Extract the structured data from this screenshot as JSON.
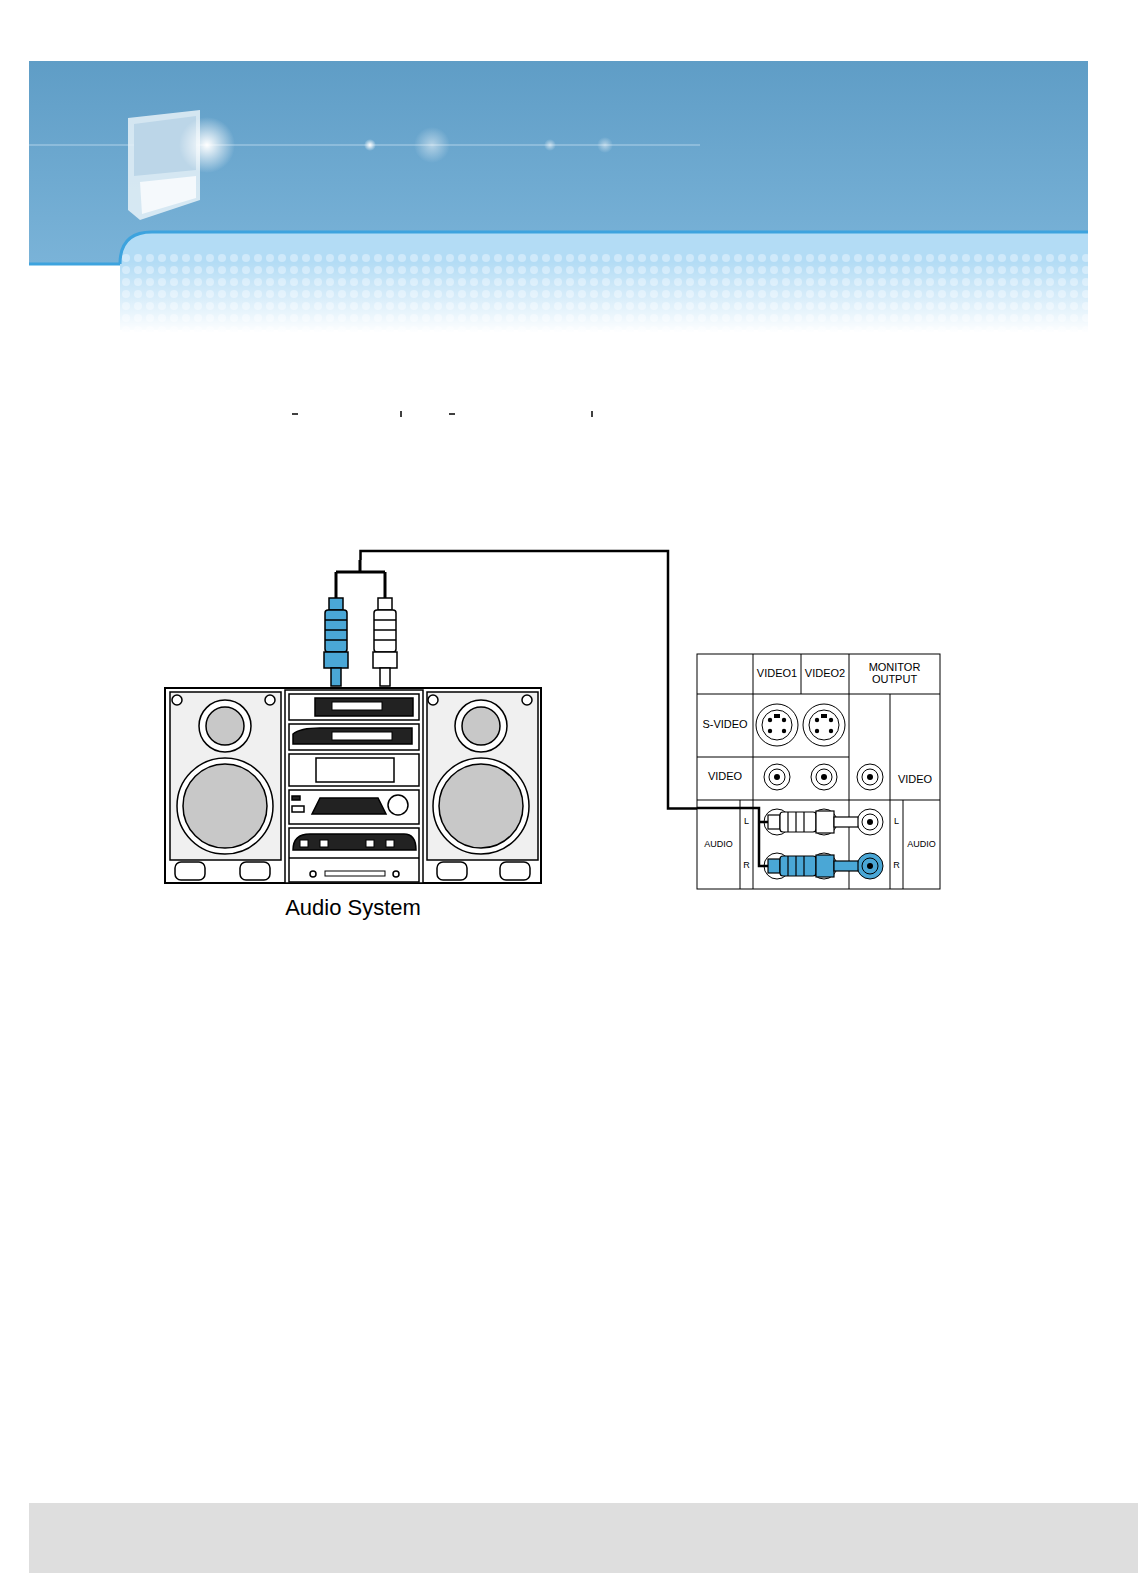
{
  "diagram": {
    "nodes": [
      {
        "text": [
          "Audio System"
        ]
      },
      {
        "text": [
          "VIDEO1",
          "VIDEO2",
          "MONITOR OUTPUT",
          "S-VIDEO",
          "VIDEO",
          "VIDEO",
          "AUDIO",
          "L",
          "R",
          "L",
          "AUDIO",
          "R"
        ]
      }
    ],
    "edges": [
      {
        "from": 0,
        "to": 1,
        "arrow": "none"
      }
    ]
  }
}
